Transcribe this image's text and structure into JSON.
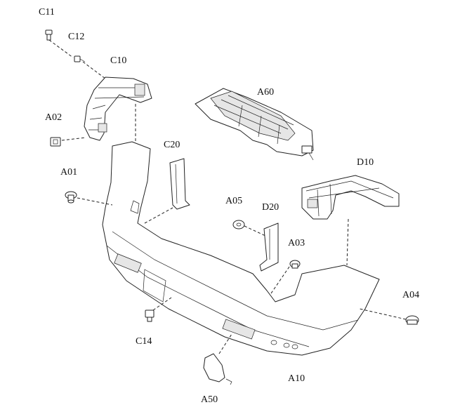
{
  "diagram": {
    "labels": {
      "C11": "C11",
      "C12": "C12",
      "C10": "C10",
      "A02": "A02",
      "A01": "A01",
      "C20": "C20",
      "A60": "A60",
      "D10": "D10",
      "A05": "A05",
      "D20": "D20",
      "A03": "A03",
      "A04": "A04",
      "C14": "C14",
      "A10": "A10",
      "A50": "A50"
    }
  }
}
